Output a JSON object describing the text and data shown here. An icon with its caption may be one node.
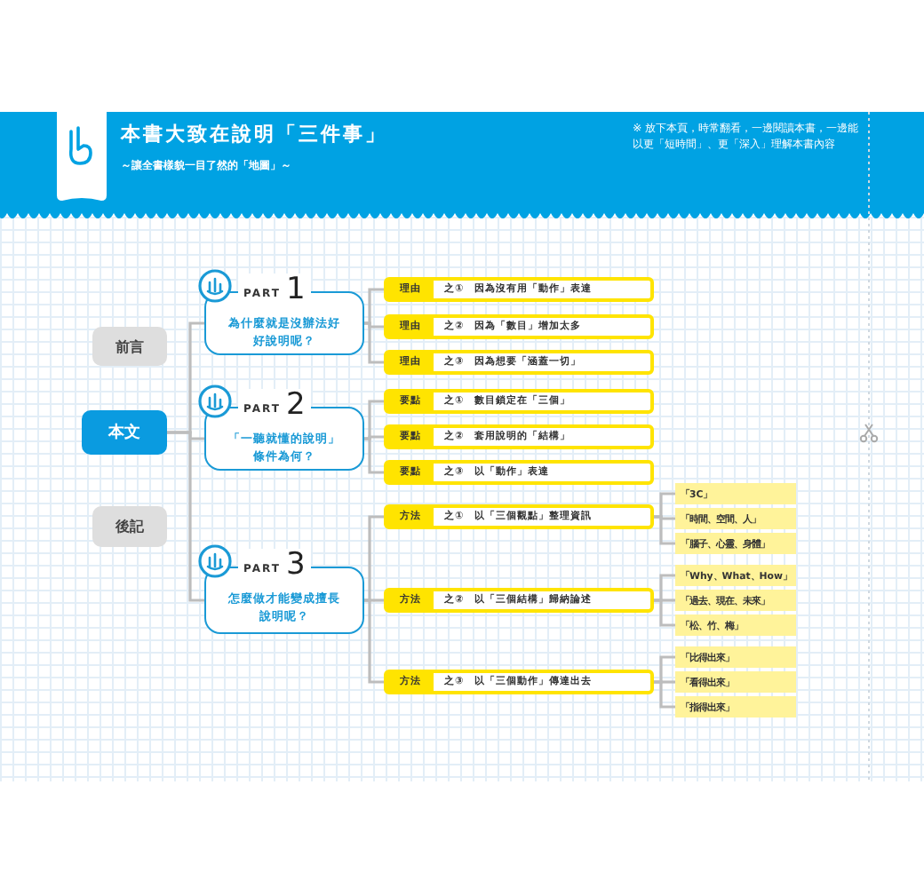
{
  "diagram": {
    "title": "本書大致在說明「三件事」",
    "nodes": [
      {
        "text": [
          "前言"
        ]
      },
      {
        "text": [
          "本文"
        ]
      },
      {
        "text": [
          "後記"
        ]
      },
      {
        "text": [
          "PART",
          "1",
          "為什麼就是沒辦法好好說明呢？"
        ]
      },
      {
        "text": [
          "理由",
          "之①",
          "因為沒有用「動作」表達"
        ]
      },
      {
        "text": [
          "理由",
          "之②",
          "因為「數目」增加太多"
        ]
      },
      {
        "text": [
          "理由",
          "之③",
          "因為想要「涵蓋一切」"
        ]
      },
      {
        "text": [
          "PART",
          "2",
          "「一聽就懂的說明」條件為何？"
        ]
      },
      {
        "text": [
          "要點",
          "之①",
          "數目鎖定在「三個」"
        ]
      },
      {
        "text": [
          "要點",
          "之②",
          "套用說明的「結構」"
        ]
      },
      {
        "text": [
          "要點",
          "之③",
          "以「動作」表達"
        ]
      },
      {
        "text": [
          "PART",
          "3",
          "怎麼做才能變成擅長說明呢？"
        ]
      },
      {
        "text": [
          "方法",
          "之①",
          "以「三個觀點」整理資訊"
        ]
      },
      {
        "text": [
          "方法",
          "之②",
          "以「三個結構」歸納論述"
        ]
      },
      {
        "text": [
          "方法",
          "之③",
          "以「三個動作」傳達出去"
        ]
      },
      {
        "text": [
          "「3C」"
        ]
      },
      {
        "text": [
          "「時間、空間、人」"
        ]
      },
      {
        "text": [
          "「腦子、心靈、身體」"
        ]
      },
      {
        "text": [
          "「Why、What、How」"
        ]
      },
      {
        "text": [
          "「過去、現在、未來」"
        ]
      },
      {
        "text": [
          "「松、竹、梅」"
        ]
      },
      {
        "text": [
          "「比得出來」"
        ]
      },
      {
        "text": [
          "「看得出來」"
        ]
      },
      {
        "text": [
          "「指得出來」"
        ]
      }
    ],
    "edges": [
      {
        "from": 1,
        "to": 3,
        "arrow": "none"
      },
      {
        "from": 1,
        "to": 7,
        "arrow": "none"
      },
      {
        "from": 1,
        "to": 11,
        "arrow": "none"
      },
      {
        "from": 3,
        "to": 4,
        "arrow": "none"
      },
      {
        "from": 3,
        "to": 5,
        "arrow": "none"
      },
      {
        "from": 3,
        "to": 6,
        "arrow": "none"
      },
      {
        "from": 7,
        "to": 8,
        "arrow": "none"
      },
      {
        "from": 7,
        "to": 9,
        "arrow": "none"
      },
      {
        "from": 7,
        "to": 10,
        "arrow": "none"
      },
      {
        "from": 11,
        "to": 12,
        "arrow": "none"
      },
      {
        "from": 11,
        "to": 13,
        "arrow": "none"
      },
      {
        "from": 11,
        "to": 14,
        "arrow": "none"
      },
      {
        "from": 12,
        "to": 15,
        "arrow": "none"
      },
      {
        "from": 12,
        "to": 16,
        "arrow": "none"
      },
      {
        "from": 12,
        "to": 17,
        "arrow": "none"
      },
      {
        "from": 13,
        "to": 18,
        "arrow": "none"
      },
      {
        "from": 13,
        "to": 19,
        "arrow": "none"
      },
      {
        "from": 13,
        "to": 20,
        "arrow": "none"
      },
      {
        "from": 14,
        "to": 21,
        "arrow": "none"
      },
      {
        "from": 14,
        "to": 22,
        "arrow": "none"
      },
      {
        "from": 14,
        "to": 23,
        "arrow": "none"
      }
    ],
    "labels": [
      "～讓全書樣貌一目了然的「地圖」～",
      "※ 放下本頁，時常翻看，一邊閱讀本書，一邊能以更「短時間」、更「深入」理解本書內容"
    ]
  }
}
